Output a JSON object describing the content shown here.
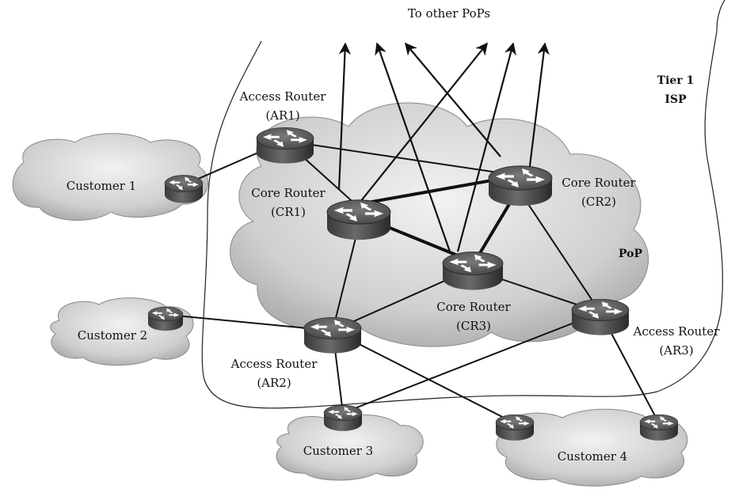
{
  "title": "To other PoPs",
  "isp": {
    "line1": "Tier 1",
    "line2": "ISP"
  },
  "pop_label": "PoP",
  "core_routers": {
    "cr1": {
      "line1": "Core Router",
      "line2": "(CR1)"
    },
    "cr2": {
      "line1": "Core Router",
      "line2": "(CR2)"
    },
    "cr3": {
      "line1": "Core Router",
      "line2": "(CR3)"
    }
  },
  "access_routers": {
    "ar1": {
      "line1": "Access Router",
      "line2": "(AR1)"
    },
    "ar2": {
      "line1": "Access Router",
      "line2": "(AR2)"
    },
    "ar3": {
      "line1": "Access Router",
      "line2": "(AR3)"
    }
  },
  "customers": {
    "c1": "Customer 1",
    "c2": "Customer 2",
    "c3": "Customer 3",
    "c4": "Customer 4"
  },
  "colors": {
    "router_top": "#5a5a5a",
    "router_body": "#2e2e2e",
    "cloud": "#d0d0d0",
    "link": "#111111"
  }
}
